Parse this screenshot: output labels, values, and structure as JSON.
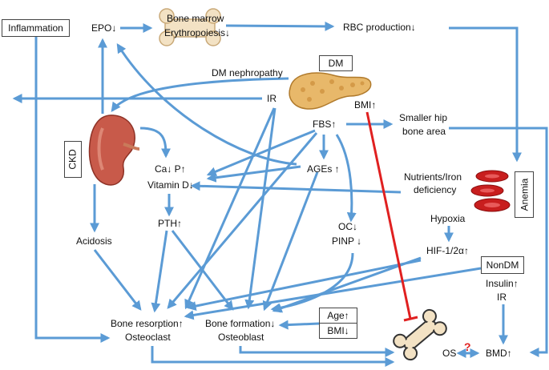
{
  "nodes": {
    "inflammation": "Inflammation",
    "epo": "EPO↓",
    "bone_marrow": "Bone marrow",
    "erythropoiesis": "Erythropoiesis↓",
    "rbc_production": "RBC production↓",
    "dm": "DM",
    "dm_nephropathy": "DM nephropathy",
    "ir_top": "IR",
    "bmi_up": "BMI↑",
    "fbs": "FBS↑",
    "smaller_hip_1": "Smaller hip",
    "smaller_hip_2": "bone area",
    "ckd": "CKD",
    "ca_p": "Ca↓ P↑",
    "vitamin_d": "Vitamin D↓",
    "ages": "AGEs ↑",
    "nutrients_1": "Nutrients/Iron",
    "nutrients_2": "deficiency",
    "anemia": "Anemia",
    "pth": "PTH↑",
    "hypoxia": "Hypoxia",
    "acidosis": "Acidosis",
    "oc": "OC↓",
    "pinp": "PINP ↓",
    "hif": "HIF-1/2α↑",
    "nondm": "NonDM",
    "insulin": "Insulin↑",
    "ir_nondm": "IR",
    "age": "Age↑",
    "bmi_down": "BMI↓",
    "bone_resorption": "Bone resorption↑",
    "osteoclast": "Osteoclast",
    "bone_formation": "Bone formation↓",
    "osteoblast": "Osteoblast",
    "os": "OS",
    "question": "?",
    "bmd": "BMD↑"
  },
  "colors": {
    "arrow": "#5b9bd5",
    "inhibit": "#e02020",
    "kidney": "#c85a4a",
    "pancreas": "#e8b86a",
    "blood": "#c81e1e",
    "bone": "#f3e2c4"
  },
  "icons": [
    "bone-marrow-icon",
    "pancreas-icon",
    "kidney-icon",
    "red-blood-cells-icon",
    "bone-icon"
  ]
}
